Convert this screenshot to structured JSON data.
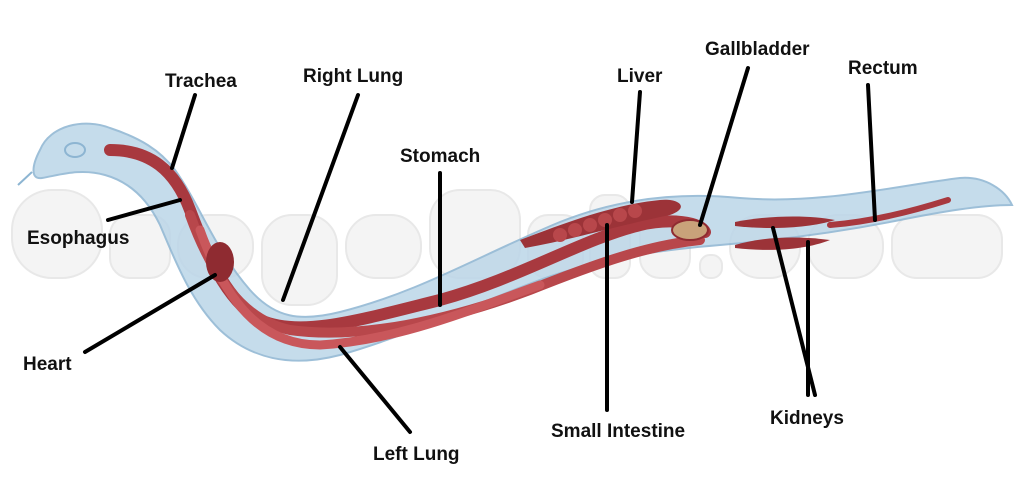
{
  "watermark": "DragoArt.com",
  "colors": {
    "body": "#bcd6e8",
    "body_outline": "#8db5d2",
    "organ": "#a8393f",
    "organ_light": "#c9575b",
    "gallbladder": "#c9a27a"
  },
  "labels": {
    "trachea": "Trachea",
    "right_lung": "Right Lung",
    "stomach": "Stomach",
    "liver": "Liver",
    "gallbladder": "Gallbladder",
    "rectum": "Rectum",
    "esophagus": "Esophagus",
    "heart": "Heart",
    "left_lung": "Left Lung",
    "small_intestine": "Small Intestine",
    "kidneys": "Kidneys"
  }
}
